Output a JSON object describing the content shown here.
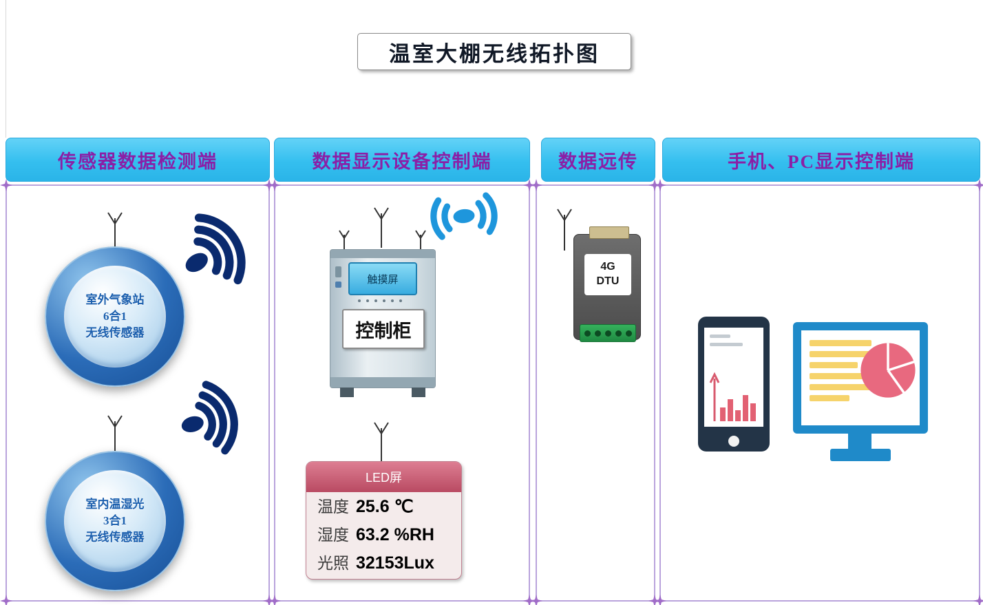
{
  "title": "温室大棚无线拓扑图",
  "columns": [
    {
      "header": "传感器数据检测端"
    },
    {
      "header": "数据显示设备控制端"
    },
    {
      "header": "数据远传"
    },
    {
      "header": "手机、PC显示控制端"
    }
  ],
  "sensors": [
    {
      "lines": [
        "室外气象站",
        "6合1",
        "无线传感器"
      ]
    },
    {
      "lines": [
        "室内温湿光",
        "3合1",
        "无线传感器"
      ]
    }
  ],
  "cabinet": {
    "screen_label": "触摸屏",
    "label": "控制柜"
  },
  "led": {
    "title": "LED屏",
    "rows": [
      {
        "label": "温度",
        "reading": "25.6 ℃"
      },
      {
        "label": "湿度",
        "reading": "63.2 %RH"
      },
      {
        "label": "光照",
        "reading": "32153Lux"
      }
    ]
  },
  "dtu": {
    "line1": "4G",
    "line2": "DTU"
  },
  "colors": {
    "header_bg": "#35BFEF",
    "header_text": "#8B1FA6",
    "panel_border": "#B9A3DC",
    "wifi_dark": "#0A2A6E",
    "wifi_blue": "#1E96DC",
    "sensor_text": "#1B5FAE",
    "led_header": "#C75A70",
    "accent_pink": "#E8697F",
    "monitor_blue": "#1F8AC9"
  }
}
